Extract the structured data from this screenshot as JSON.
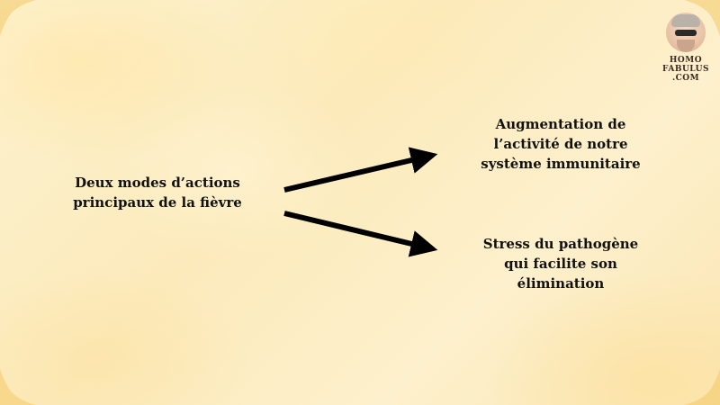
{
  "diagram": {
    "source": "Deux modes d’actions principaux de la fièvre",
    "targets": [
      "Augmentation de l’activité de notre système immunitaire",
      "Stress du pathogène qui facilite son élimination"
    ]
  },
  "logo": {
    "text_line1": "HOMO",
    "text_line2": "FABULUS",
    "text_line3": ".COM"
  },
  "colors": {
    "text": "#111111",
    "arrow": "#000000",
    "background": "#fceabb"
  }
}
